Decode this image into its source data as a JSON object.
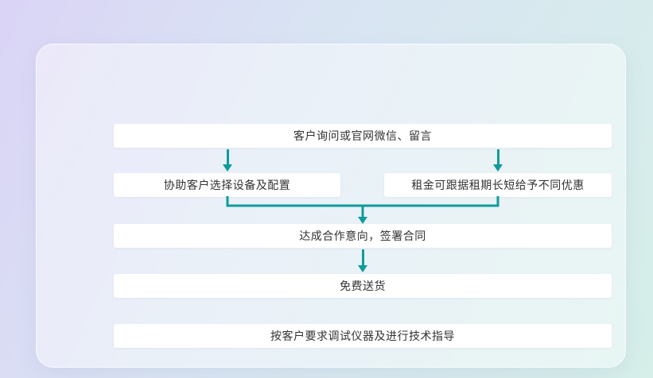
{
  "theme": {
    "accent": "#0f9b9b",
    "background_start": "#dad4f6",
    "background_end": "#d6efe9",
    "node_background": "#ffffff",
    "node_text_color": "#333333"
  },
  "chart_data": {
    "type": "flowchart",
    "title": "",
    "steps_order": [
      "客户询问或官网微信、留言",
      [
        "协助客户选择设备及配置",
        "租金可跟据租期长短给予不同优惠"
      ],
      "达成合作意向，签署合同",
      "免费送货",
      "按客户要求调试仪器及进行技术指导"
    ]
  },
  "flowchart": {
    "steps": {
      "inquiry": "客户询问或官网微信、留言",
      "assist_select": "协助客户选择设备及配置",
      "rent_discount": "租金可跟据租期长短给予不同优惠",
      "sign_contract": "达成合作意向，签署合同",
      "free_delivery": "免费送货",
      "debug_guidance": "按客户要求调试仪器及进行技术指导"
    }
  }
}
